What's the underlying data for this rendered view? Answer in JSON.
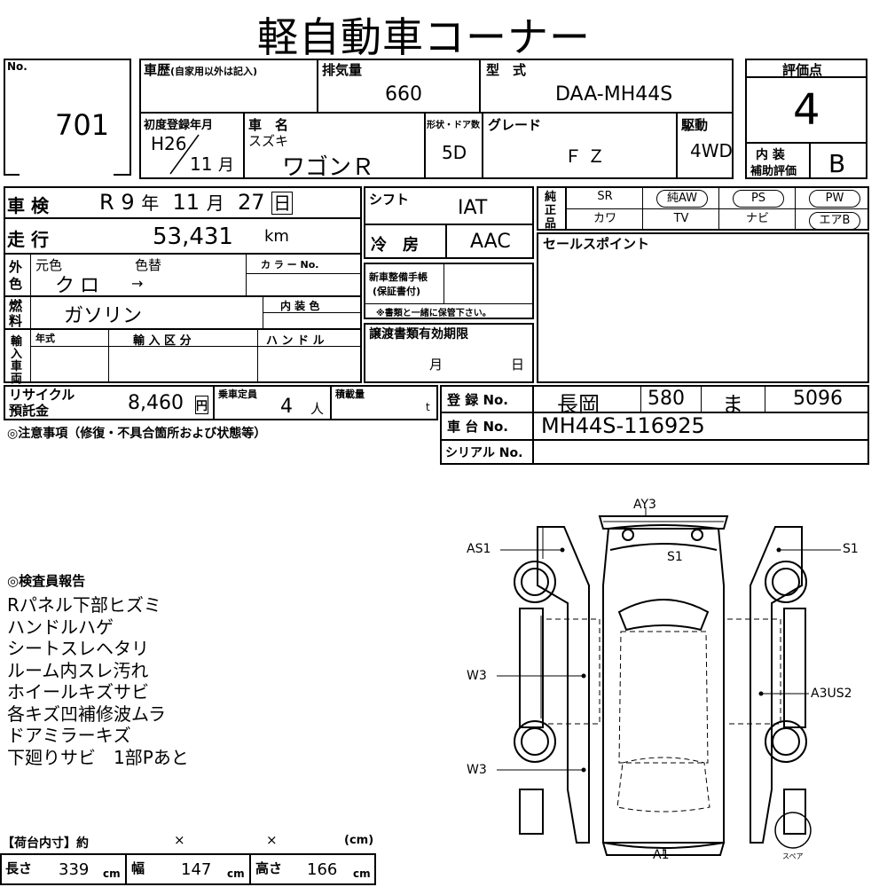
{
  "title": "軽自動車コーナー",
  "lot": {
    "label": "No.",
    "number": "701"
  },
  "history": {
    "label": "車歴",
    "note": "(自家用以外は記入)"
  },
  "displacement": {
    "label": "排気量",
    "value": "660"
  },
  "model": {
    "label": "型　式",
    "value": "DAA-MH44S"
  },
  "score": {
    "label": "評価点",
    "value": "4"
  },
  "first_reg": {
    "label": "初度登録年月",
    "year": "H26",
    "month": "11",
    "month_unit": "月"
  },
  "car_name": {
    "label": "車　名",
    "maker": "スズキ",
    "value": "ワゴンＲ"
  },
  "doors": {
    "label": "形状・ドア数",
    "value": "5D"
  },
  "grade": {
    "label": "グレード",
    "value": "ＦＺ"
  },
  "drive": {
    "label": "駆動",
    "value": "4WD"
  },
  "interior_score": {
    "label_1": "内 装",
    "label_2": "補助評価",
    "value": "B"
  },
  "inspection": {
    "label": "車 検",
    "era": "R",
    "year": "9",
    "year_unit": "年",
    "month": "11",
    "month_unit": "月",
    "day": "27",
    "day_unit": "日"
  },
  "shift": {
    "label": "シフト",
    "value": "IAT"
  },
  "mileage": {
    "label": "走 行",
    "value": "53,431",
    "unit": "km"
  },
  "aircon": {
    "label": "冷　房",
    "value": "AAC"
  },
  "exterior_color": {
    "side_1": "外",
    "side_2": "色",
    "orig_label": "元色",
    "change_label": "色替",
    "orig_value": "クロ",
    "arrow": "→",
    "color_no_label": "カ ラ ー No."
  },
  "service_book": {
    "label_1": "新車整備手帳",
    "label_2": "(保証書付)",
    "note": "※書類と一緒に保管下さい。"
  },
  "fuel": {
    "side_1": "燃",
    "side_2": "料",
    "value": "ガソリン",
    "interior_color_label": "内 装 色"
  },
  "equipment": {
    "side": [
      "純",
      "正",
      "品"
    ],
    "row1": [
      {
        "text": "SR",
        "circled": false
      },
      {
        "text": "純AW",
        "circled": true
      },
      {
        "text": "PS",
        "circled": true
      },
      {
        "text": "PW",
        "circled": true
      }
    ],
    "row2": [
      {
        "text": "カワ",
        "circled": false
      },
      {
        "text": "TV",
        "circled": false
      },
      {
        "text": "ナビ",
        "circled": false
      },
      {
        "text": "エアB",
        "circled": true
      }
    ]
  },
  "import": {
    "side": [
      "輸",
      "入",
      "車",
      "両"
    ],
    "year_label": "年式",
    "category_label": "輸 入 区 分",
    "handle_label": "ハ ン ド ル"
  },
  "sales_point": {
    "label": "セールスポイント"
  },
  "transfer": {
    "label": "譲渡書類有効期限",
    "month_unit": "月",
    "day_unit": "日"
  },
  "recycle": {
    "label_1": "リサイクル",
    "label_2": "預託金",
    "value": "8,460",
    "unit": "円"
  },
  "capacity": {
    "label": "乗車定員",
    "value": "4",
    "unit": "人"
  },
  "load": {
    "label": "積載量",
    "unit": "t"
  },
  "registration": {
    "label": "登 録 No.",
    "area": "長岡",
    "class": "580",
    "kana": "ま",
    "number": "5096"
  },
  "chassis": {
    "label": "車 台 No.",
    "value": "MH44S-116925"
  },
  "serial": {
    "label": "シリアル No."
  },
  "notes_header": "◎注意事項（修復・不具合箇所および状態等）",
  "inspector": {
    "title": "◎検査員報告",
    "lines": [
      "Rパネル下部ヒズミ",
      "ハンドルハゲ",
      "シートスレヘタリ",
      "ルーム内スレ汚れ",
      "ホイールキズサビ",
      "各キズ凹補修波ムラ",
      "ドアミラーキズ",
      "下廻りサビ　1部Pあと"
    ]
  },
  "diagram": {
    "ay3": "AY3",
    "as1": "AS1",
    "s1_top": "S1",
    "s1_right": "S1",
    "w3_a": "W3",
    "w3_b": "W3",
    "a3us2": "A3US2",
    "a1": "A1",
    "spare": "スペア"
  },
  "cargo": {
    "header": "【荷台内寸】約",
    "x1": "×",
    "x2": "×",
    "unit_header": "(cm)",
    "length_label": "長さ",
    "length": "339",
    "width_label": "幅",
    "width": "147",
    "height_label": "高さ",
    "height": "166",
    "unit": "cm"
  }
}
